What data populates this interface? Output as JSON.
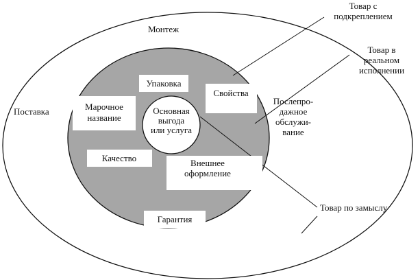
{
  "outer_ring": {
    "top": "Монтеж",
    "left": "Поставка"
  },
  "core": {
    "line1": "Основная",
    "line2": "выгода",
    "line3": "или услуга"
  },
  "boxes": {
    "packaging": "Упаковка",
    "properties": "Свойства",
    "brand_line1": "Марочное",
    "brand_line2": "название",
    "quality": "Качество",
    "design_line1": "Внешнее",
    "design_line2": "оформление",
    "warranty": "Гарантия"
  },
  "after_sales": {
    "line1": "Послепро-",
    "line2": "дажное",
    "line3": "обслужи-",
    "line4": "вание"
  },
  "callouts": {
    "augmented_line1": "Товар с",
    "augmented_line2": "подкреплением",
    "actual_line1": "Товар в",
    "actual_line2": "реальном",
    "actual_line3": "исполнении",
    "core": "Товар по замыслу"
  },
  "colors": {
    "ring": "#a6a6a6",
    "stroke": "#111111"
  }
}
